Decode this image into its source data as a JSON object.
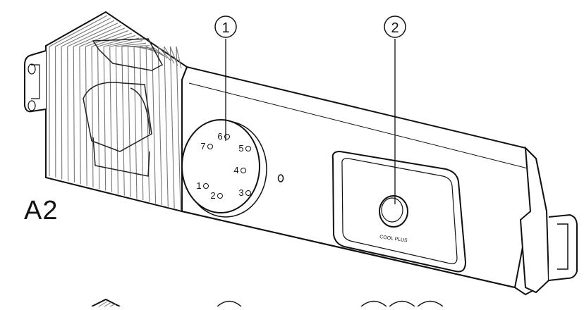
{
  "figure_label": "A2",
  "callouts": [
    {
      "id": "1",
      "label": "1"
    },
    {
      "id": "2",
      "label": "2"
    }
  ],
  "dial": {
    "numbers": [
      "1",
      "2",
      "3",
      "4",
      "5",
      "6",
      "7"
    ]
  },
  "button": {
    "label": "COOL PLUS"
  }
}
